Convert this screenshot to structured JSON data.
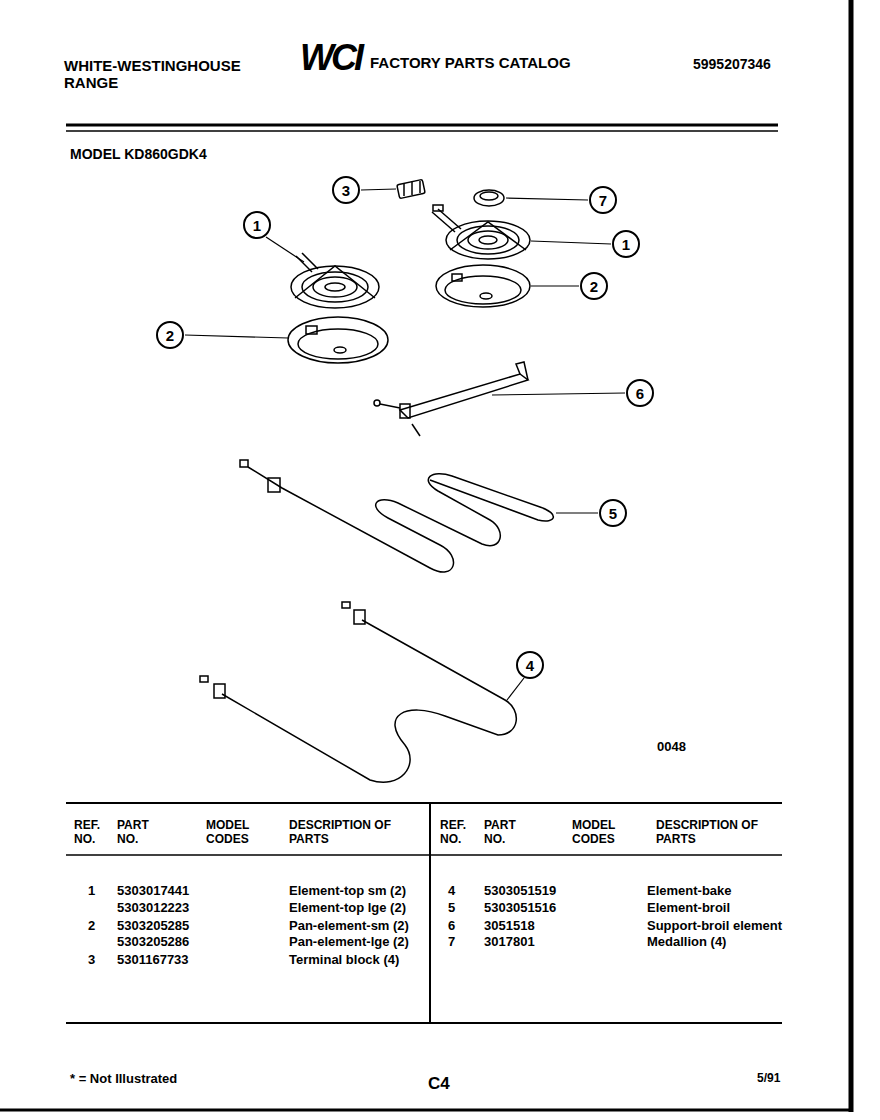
{
  "diagram": {
    "nodes": [
      {
        "text": [
          "3"
        ]
      },
      {
        "text": [
          "7"
        ]
      },
      {
        "text": [
          "1"
        ]
      },
      {
        "text": [
          "1"
        ]
      },
      {
        "text": [
          "2"
        ]
      },
      {
        "text": [
          "2"
        ]
      },
      {
        "text": [
          "6"
        ]
      },
      {
        "text": [
          "5"
        ]
      },
      {
        "text": [
          "4"
        ]
      }
    ],
    "labels": [
      "WHITE-WESTINGHOUSE RANGE",
      "WCI",
      "FACTORY PARTS CATALOG",
      "5995207346",
      "MODEL KD860GDK4",
      "0048",
      "REF. NO.",
      "PART NO.",
      "MODEL CODES",
      "DESCRIPTION OF PARTS",
      "REF. NO.",
      "PART NO.",
      "MODEL CODES",
      "DESCRIPTION OF PARTS",
      "1",
      "5303017441",
      "Element-top sm (2)",
      "5303012223",
      "Element-top lge (2)",
      "2",
      "5303205285",
      "Pan-element-sm (2)",
      "5303205286",
      "Pan-element-lge (2)",
      "3",
      "5301167733",
      "Terminal block (4)",
      "4",
      "5303051519",
      "Element-bake",
      "5",
      "5303051516",
      "Element-broil",
      "6",
      "3051518",
      "Support-broil element",
      "7",
      "3017801",
      "Medallion (4)",
      "* = Not Illustrated",
      "C4",
      "5/91"
    ]
  }
}
